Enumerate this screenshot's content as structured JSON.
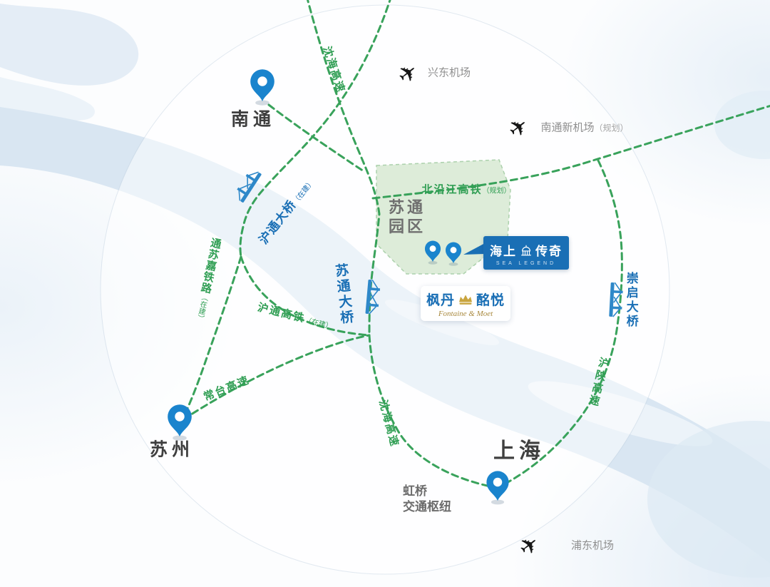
{
  "colors": {
    "road_green": "#2f9e53",
    "brand_blue": "#1a6fb5",
    "pin_blue": "#1a84cd",
    "river": "#d9e6f2",
    "park_green": "#dcecd8"
  },
  "icons": {
    "airplane": "✈"
  },
  "cities": {
    "nantong": "南通",
    "suzhou": "苏州",
    "shanghai": "上海"
  },
  "airports": {
    "xingdong": "兴东机场",
    "nantong_new": {
      "name": "南通新机场",
      "note": "（规划）"
    },
    "pudong": "浦东机场"
  },
  "roads": {
    "shenhai_north": "沈海高速",
    "shenhai_south": "沈海高速",
    "beiyanjiang": {
      "name": "北沿江高铁",
      "note": "（规划）"
    },
    "hutong_rail": {
      "name": "沪通高铁",
      "note": "（在建）"
    },
    "tongsujia": {
      "name": "通苏嘉铁路",
      "note": "（在建）"
    },
    "changtai": "常台高速",
    "hushaan": "沪陕高速"
  },
  "bridges": {
    "hutong": {
      "name": "沪通大桥",
      "note": "（在建）"
    },
    "sutong": "苏通大桥",
    "chongqi": "崇启大桥"
  },
  "park": {
    "line1": "苏通",
    "line2": "园区"
  },
  "projects": {
    "sea_legend": {
      "left": "海上",
      "right": "传奇",
      "subtitle": "SEA LEGEND"
    },
    "fontaine": {
      "left": "枫丹",
      "right": "酩悦",
      "subtitle": "Fontaine & Moet"
    }
  },
  "hub": {
    "line1": "虹桥",
    "line2": "交通枢纽"
  }
}
